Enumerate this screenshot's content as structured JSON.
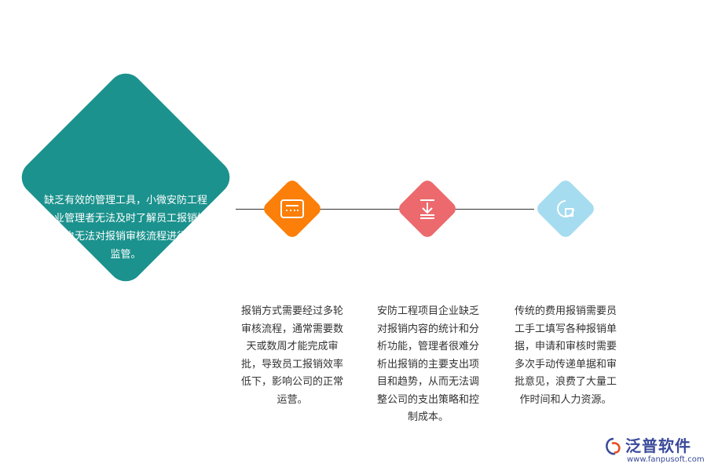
{
  "main_problem": {
    "text": "缺乏有效的管理工具，小微安防工程企业管理者无法及时了解员工报销情况，也无法对报销审核流程进行有效监管。",
    "color": "#1b928d"
  },
  "issues": [
    {
      "icon": "form-icon",
      "color": "#fb7f09",
      "text": "报销方式需要经过多轮审核流程，通常需要数天或数周才能完成审批，导致员工报销效率低下，影响公司的正常运营。"
    },
    {
      "icon": "download-icon",
      "color": "#ec6a6d",
      "text": "安防工程项目企业缺乏对报销内容的统计和分析功能，管理者很难分析出报销的主要支出项目和趋势，从而无法调整公司的支出策略和控制成本。"
    },
    {
      "icon": "pie-chart-icon",
      "color": "#a6dcef",
      "text": "传统的费用报销需要员工手工填写各种报销单据，申请和审核时需要多次手动传递单据和审批意见，浪费了大量工作时间和人力资源。"
    }
  ],
  "logo": {
    "name": "泛普软件",
    "url": "www.fanpusoft.com",
    "color": "#3a4a9a"
  }
}
